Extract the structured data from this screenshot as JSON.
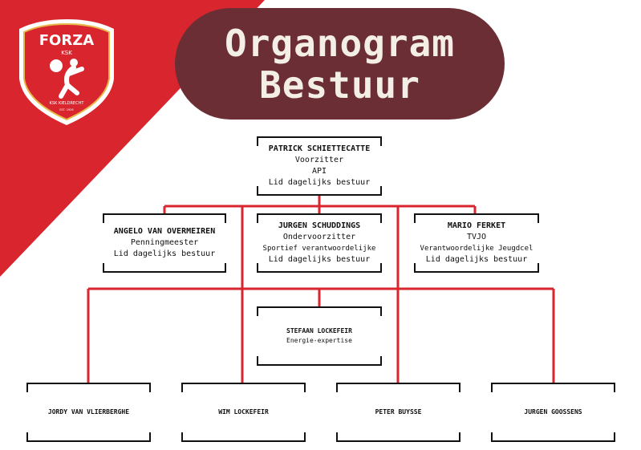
{
  "title": {
    "line1": "Organogram",
    "line2": "Bestuur"
  },
  "logo": {
    "top_text": "FORZA",
    "sub_text": "KSK",
    "club_text": "KSK KIELDRECHT",
    "est_text": "EST. 1926",
    "icon": "forza-ksk-crest-icon"
  },
  "colors": {
    "red": "#d9262e",
    "title_bg": "#6b2e35",
    "line": "#d9262e",
    "border": "#111111"
  },
  "chairman": {
    "name": "PATRICK SCHIETTECATTE",
    "role1": "Voorzitter",
    "role2": "API",
    "role3": "Lid dagelijks bestuur"
  },
  "board": [
    {
      "name": "ANGELO VAN OVERMEIREN",
      "role1": "Penningmeester",
      "role2": "Lid dagelijks bestuur"
    },
    {
      "name": "JURGEN SCHUDDINGS",
      "role1": "Ondervoorzitter",
      "role2": "Sportief verantwoordelijke",
      "role3": "Lid dagelijks bestuur"
    },
    {
      "name": "MARIO FERKET",
      "role1": "TVJO",
      "role2": "Verantwoordelijke Jeugdcel",
      "role3": "Lid dagelijks bestuur"
    }
  ],
  "expert": {
    "name": "STEFAAN LOCKEFEIR",
    "role1": "Energie-expertise"
  },
  "members": [
    {
      "name": "JORDY VAN VLIERBERGHE"
    },
    {
      "name": "WIM LOCKEFEIR"
    },
    {
      "name": "PETER BUYSSE"
    },
    {
      "name": "JURGEN GOOSSENS"
    }
  ]
}
